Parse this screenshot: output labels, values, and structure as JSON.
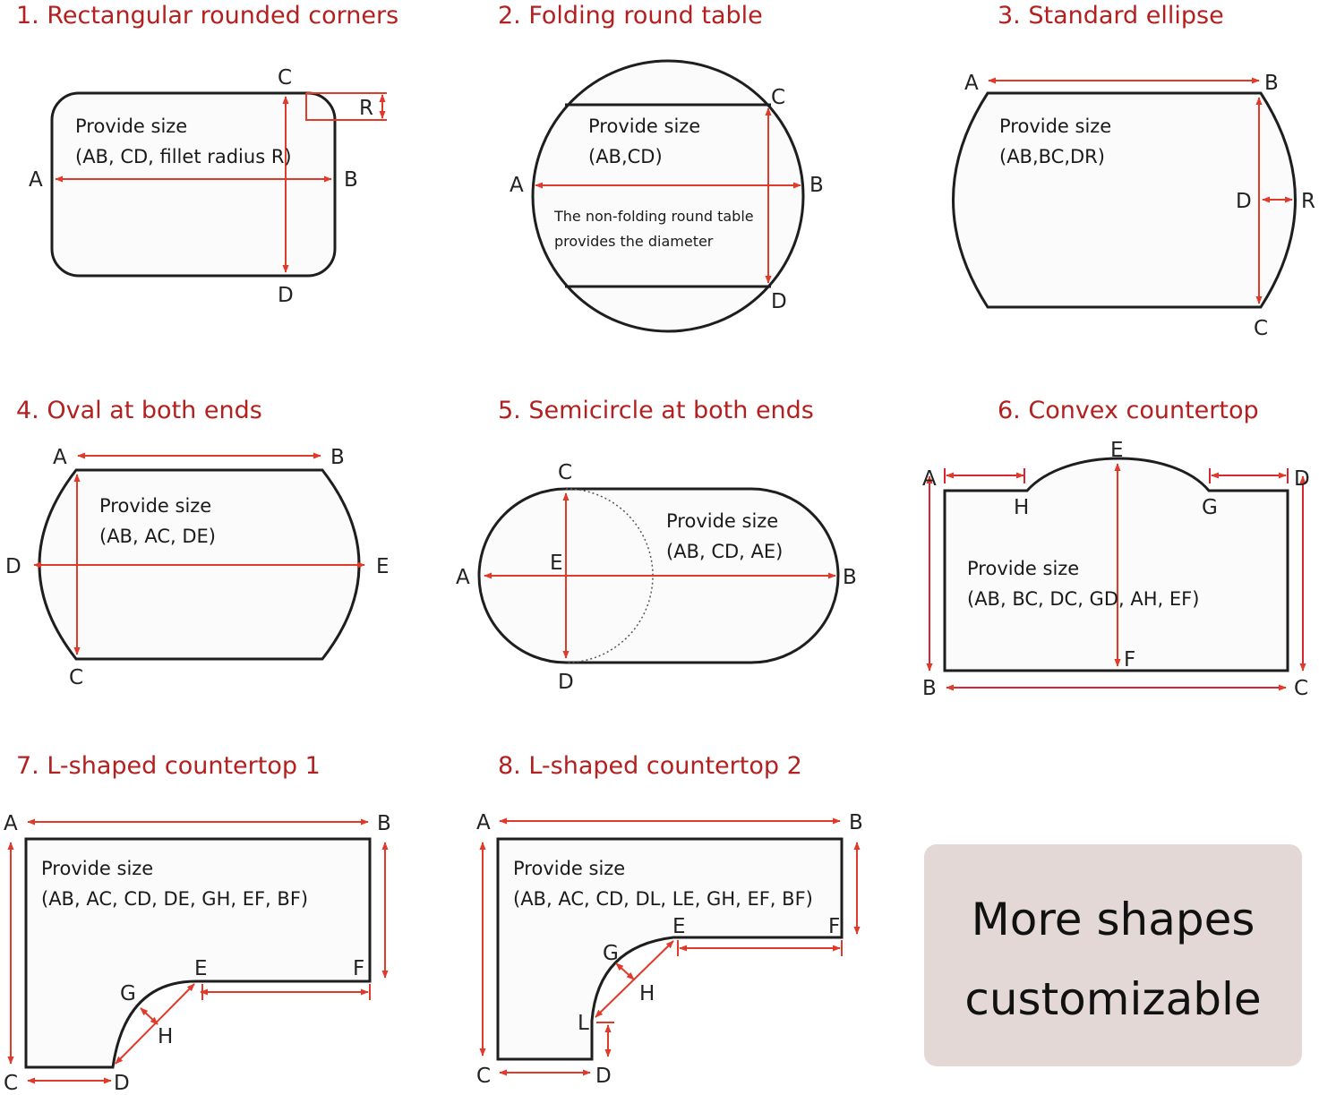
{
  "colors": {
    "title": "#b3201f",
    "dimension": "#e03a2a",
    "outline": "#1e1e1e",
    "badge_bg": "#e3d8d6"
  },
  "shapes": [
    {
      "title": "1. Rectangular rounded corners",
      "provide": "Provide size",
      "dims": "(AB, CD, fillet radius R)",
      "points": {
        "a": "A",
        "b": "B",
        "c": "C",
        "d": "D",
        "r": "R"
      }
    },
    {
      "title": "2. Folding round table",
      "provide": "Provide size",
      "dims": "(AB,CD)",
      "note1": "The non-folding round table",
      "note2": "provides the diameter",
      "points": {
        "a": "A",
        "b": "B",
        "c": "C",
        "d": "D"
      }
    },
    {
      "title": "3. Standard ellipse",
      "provide": "Provide size",
      "dims": "(AB,BC,DR)",
      "points": {
        "a": "A",
        "b": "B",
        "c": "C",
        "d": "D",
        "r": "R"
      }
    },
    {
      "title": "4. Oval at both ends",
      "provide": "Provide size",
      "dims": "(AB, AC, DE)",
      "points": {
        "a": "A",
        "b": "B",
        "c": "C",
        "d": "D",
        "e": "E"
      }
    },
    {
      "title": "5. Semicircle at both ends",
      "provide": "Provide size",
      "dims": "(AB, CD, AE)",
      "points": {
        "a": "A",
        "b": "B",
        "c": "C",
        "d": "D",
        "e": "E"
      }
    },
    {
      "title": "6. Convex countertop",
      "provide": "Provide size",
      "dims": "(AB, BC, DC, GD, AH, EF)",
      "points": {
        "a": "A",
        "b": "B",
        "c": "C",
        "d": "D",
        "e": "E",
        "f": "F",
        "g": "G",
        "h": "H"
      }
    },
    {
      "title": "7. L-shaped countertop 1",
      "provide": "Provide size",
      "dims": "(AB, AC, CD, DE, GH, EF, BF)",
      "points": {
        "a": "A",
        "b": "B",
        "c": "C",
        "d": "D",
        "e": "E",
        "f": "F",
        "g": "G",
        "h": "H"
      }
    },
    {
      "title": "8. L-shaped countertop 2",
      "provide": "Provide size",
      "dims": "(AB, AC, CD, DL, LE, GH, EF, BF)",
      "points": {
        "a": "A",
        "b": "B",
        "c": "C",
        "d": "D",
        "e": "E",
        "f": "F",
        "g": "G",
        "h": "H",
        "l": "L"
      }
    }
  ],
  "more": {
    "line1": "More shapes",
    "line2": "customizable"
  }
}
